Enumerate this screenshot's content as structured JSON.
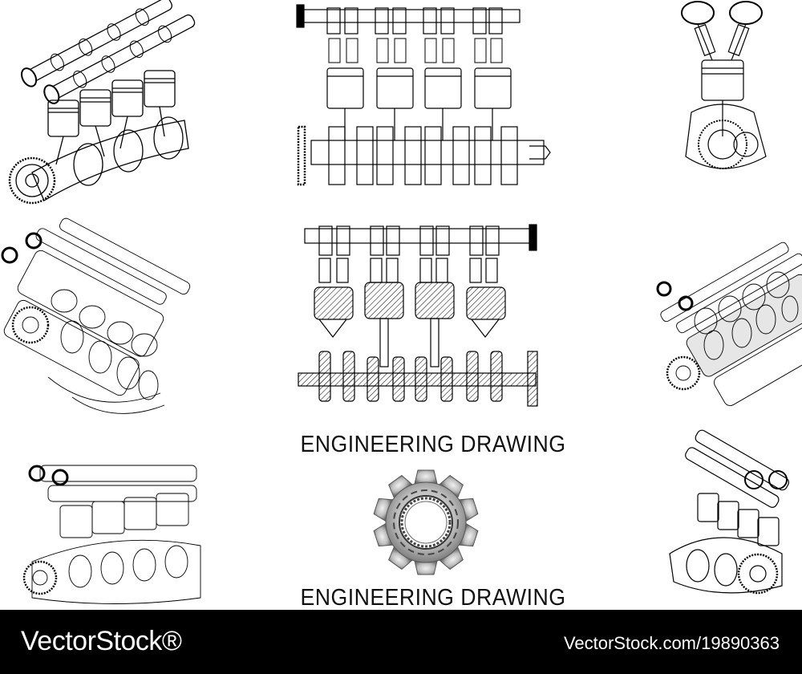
{
  "captions": {
    "top": "ENGINEERING DRAWING",
    "bottom": "ENGINEERING DRAWING"
  },
  "footer": {
    "brand": "VectorStock®",
    "image_id": "VectorStock.com/19890363"
  },
  "icons": [
    "engine-iso-view",
    "engine-front-view",
    "engine-side-view",
    "engine-wireframe-left",
    "engine-front-view-shaded",
    "engine-wireframe-right",
    "engine-wireframe-bottom-left",
    "gear",
    "engine-iso-view-right"
  ],
  "colors": {
    "line": "#000000",
    "background": "#ffffff",
    "footer_bg": "#000000",
    "footer_text": "#ffffff",
    "gear_light": "#dcdcdc",
    "gear_dark": "#6e6e6e"
  }
}
